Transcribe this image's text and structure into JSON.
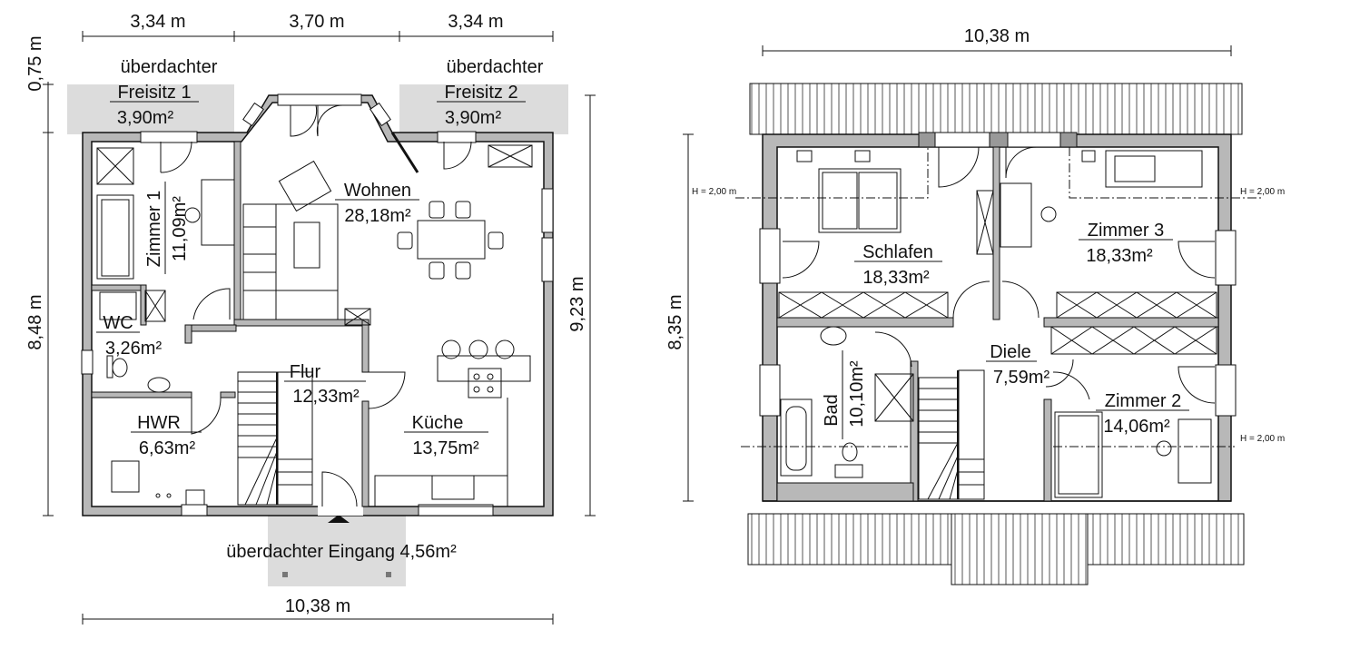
{
  "ground_floor": {
    "dims": {
      "top_left": "3,34 m",
      "top_middle": "3,70 m",
      "top_right": "3,34 m",
      "bottom": "10,38 m",
      "left_small": "0,75 m",
      "left": "8,48 m",
      "right": "9,23 m"
    },
    "rooms": {
      "freisitz1": {
        "line1": "überdachter",
        "line2": "Freisitz 1",
        "area": "3,90m²"
      },
      "freisitz2": {
        "line1": "überdachter",
        "line2": "Freisitz 2",
        "area": "3,90m²"
      },
      "wohnen": {
        "name": "Wohnen",
        "area": "28,18m²"
      },
      "zimmer1": {
        "name": "Zimmer 1",
        "area": "11,09m²"
      },
      "wc": {
        "name": "WC",
        "area": "3,26m²"
      },
      "flur": {
        "name": "Flur",
        "area": "12,33m²"
      },
      "hwr": {
        "name": "HWR",
        "area": "6,63m²"
      },
      "kueche": {
        "name": "Küche",
        "area": "13,75m²"
      },
      "eingang": {
        "label": "überdachter Eingang 4,56m²"
      }
    }
  },
  "upper_floor": {
    "dims": {
      "top": "10,38 m",
      "left": "8,35 m"
    },
    "height_marks": {
      "left": "H = 2,00 m",
      "right_top": "H = 2,00 m",
      "right_bottom": "H = 2,00 m"
    },
    "rooms": {
      "schlafen": {
        "name": "Schlafen",
        "area": "18,33m²"
      },
      "zimmer3": {
        "name": "Zimmer 3",
        "area": "18,33m²"
      },
      "diele": {
        "name": "Diele",
        "area": "7,59m²"
      },
      "bad": {
        "name": "Bad",
        "area": "10,10m²"
      },
      "zimmer2": {
        "name": "Zimmer 2",
        "area": "14,06m²"
      }
    }
  }
}
